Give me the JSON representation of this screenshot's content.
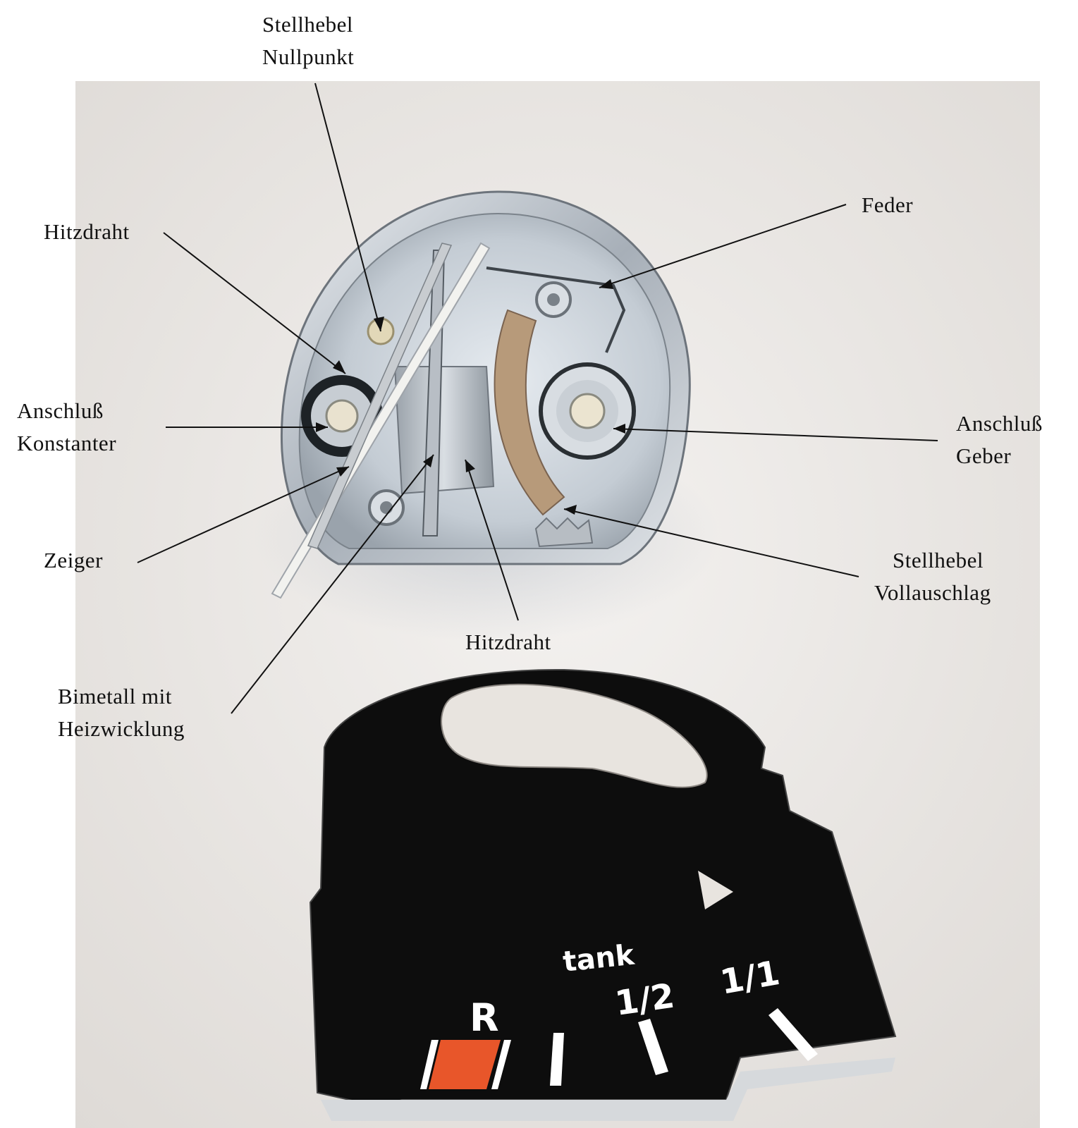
{
  "labels": {
    "stellhebel_nullpunkt": [
      "Stellhebel",
      "Nullpunkt"
    ],
    "feder": [
      "Feder"
    ],
    "hitzdraht_left": [
      "Hitzdraht"
    ],
    "anschluss_konstanter": [
      "Anschluß",
      "Konstanter"
    ],
    "anschluss_geber": [
      "Anschluß",
      "Geber"
    ],
    "zeiger": [
      "Zeiger"
    ],
    "stellhebel_vollausschlag": [
      "Stellhebel",
      "Vollauschlag"
    ],
    "hitzdraht_bottom": [
      "Hitzdraht"
    ],
    "bimetall": [
      "Bimetall mit",
      "Heizwicklung"
    ]
  },
  "dial": {
    "word": "tank",
    "reserve": "R",
    "half": "1/2",
    "full": "1/1"
  },
  "colors": {
    "background": "#ffffff",
    "photo_background": "#ece9e6",
    "dial_face": "#0d0d0d",
    "reserve_mark": "#e8562a",
    "metal": "#c9ced4",
    "leader_line": "#111111"
  }
}
